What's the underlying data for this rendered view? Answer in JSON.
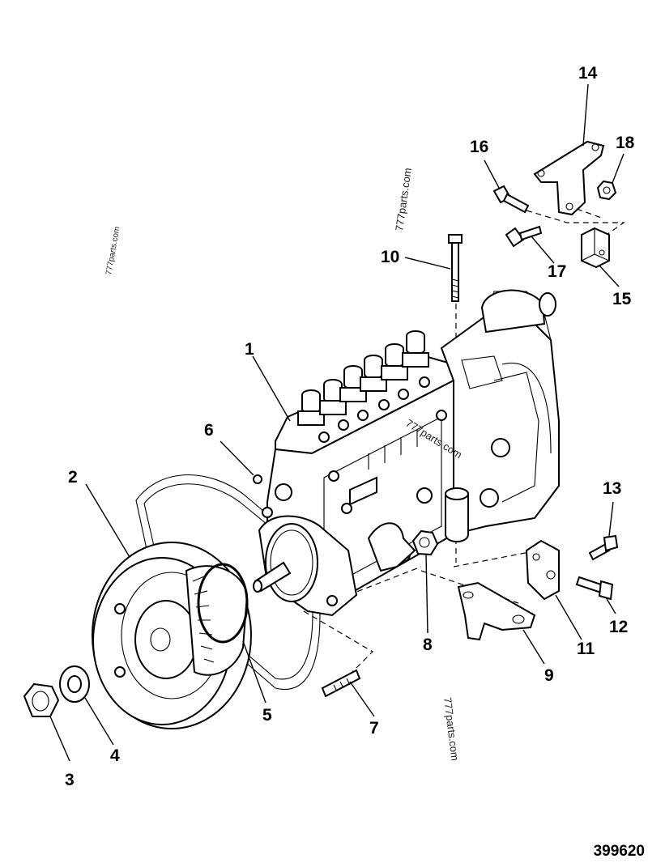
{
  "figure_number": "399620",
  "watermarks": [
    "777parts.com",
    "777parts.com",
    "777parts.com",
    "777parts.com"
  ],
  "callouts": [
    {
      "id": "1",
      "label": "1"
    },
    {
      "id": "2",
      "label": "2"
    },
    {
      "id": "3",
      "label": "3"
    },
    {
      "id": "4",
      "label": "4"
    },
    {
      "id": "5",
      "label": "5"
    },
    {
      "id": "6",
      "label": "6"
    },
    {
      "id": "7",
      "label": "7"
    },
    {
      "id": "8",
      "label": "8"
    },
    {
      "id": "9",
      "label": "9"
    },
    {
      "id": "10",
      "label": "10"
    },
    {
      "id": "11",
      "label": "11"
    },
    {
      "id": "12",
      "label": "12"
    },
    {
      "id": "13",
      "label": "13"
    },
    {
      "id": "14",
      "label": "14"
    },
    {
      "id": "15",
      "label": "15"
    },
    {
      "id": "16",
      "label": "16"
    },
    {
      "id": "17",
      "label": "17"
    },
    {
      "id": "18",
      "label": "18"
    }
  ]
}
